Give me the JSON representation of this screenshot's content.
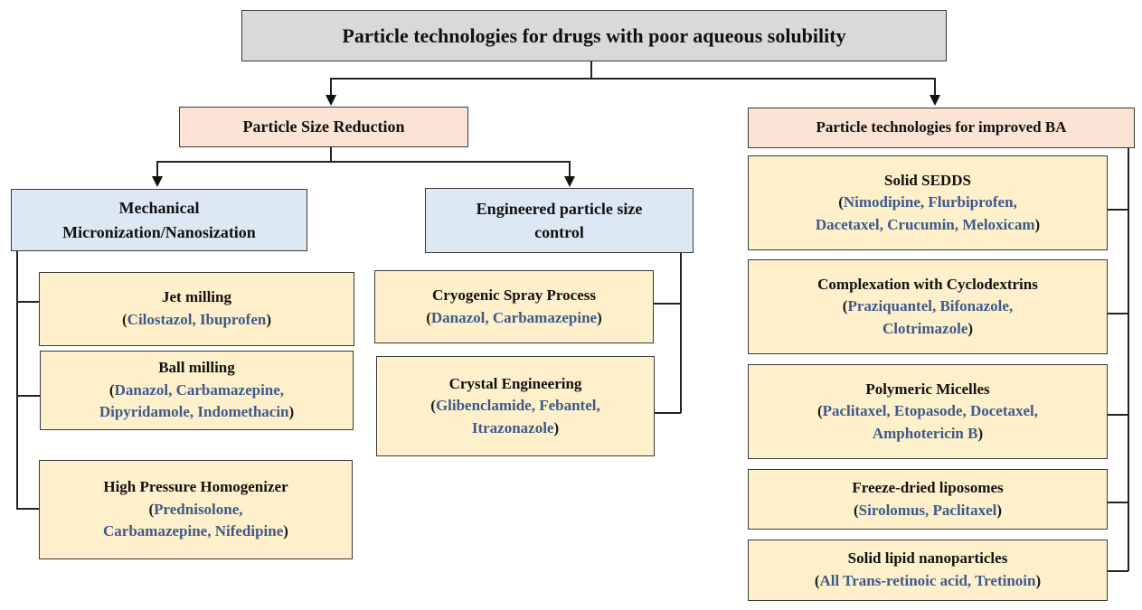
{
  "title": "Particle technologies for drugs with poor aqueous solubility",
  "branches": {
    "size_reduction": {
      "label": "Particle Size Reduction",
      "mechanical": {
        "label_line1": "Mechanical",
        "label_line2": "Micronization/Nanosization",
        "items": [
          {
            "name": "Jet milling",
            "drugs_lines": [
              "Cilostazol, Ibuprofen"
            ]
          },
          {
            "name": "Ball milling",
            "drugs_lines": [
              "Danazol, Carbamazepine,",
              "Dipyridamole, Indomethacin"
            ]
          },
          {
            "name": "High Pressure Homogenizer",
            "drugs_lines": [
              "Prednisolone,",
              "Carbamazepine, Nifedipine"
            ]
          }
        ]
      },
      "engineered": {
        "label_line1": "Engineered particle size",
        "label_line2": "control",
        "items": [
          {
            "name": "Cryogenic Spray Process",
            "drugs_lines": [
              "Danazol, Carbamazepine"
            ]
          },
          {
            "name": "Crystal Engineering",
            "drugs_lines": [
              "Glibenclamide, Febantel,",
              "Itrazonazole"
            ]
          }
        ]
      }
    },
    "improved_ba": {
      "label": "Particle technologies for improved BA",
      "items": [
        {
          "name": "Solid SEDDS",
          "drugs_lines": [
            "Nimodipine, Flurbiprofen,",
            "Dacetaxel, Crucumin, Meloxicam"
          ]
        },
        {
          "name": "Complexation with Cyclodextrins",
          "drugs_lines": [
            "Praziquantel, Bifonazole,",
            "Clotrimazole"
          ]
        },
        {
          "name": "Polymeric Micelles",
          "drugs_lines": [
            "Paclitaxel, Etopasode, Docetaxel,",
            "Amphotericin B"
          ]
        },
        {
          "name": "Freeze-dried liposomes",
          "drugs_lines": [
            "Sirolomus, Paclitaxel"
          ]
        },
        {
          "name": "Solid lipid nanoparticles",
          "drugs_lines": [
            "All Trans-retinoic acid, Tretinoin"
          ]
        }
      ]
    }
  },
  "colors": {
    "title_bg": "#d9d9d9",
    "category_bg": "#fbe3d6",
    "subcategory_bg": "#dde8f5",
    "technique_bg": "#fff0cc",
    "drug_text": "#3d5a8a"
  }
}
